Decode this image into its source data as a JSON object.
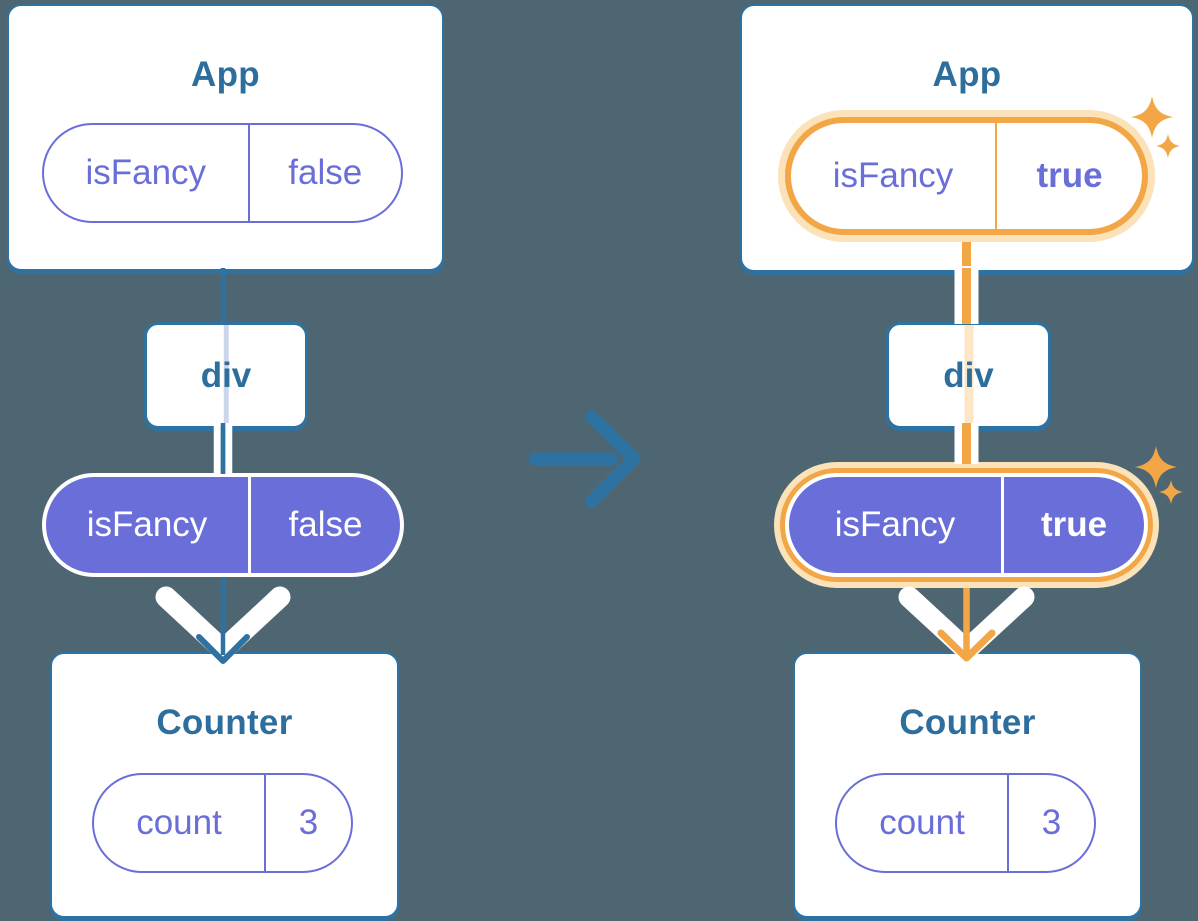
{
  "colors": {
    "background": "#4E6672",
    "card": "#FFFFFF",
    "blue": "#2E72A2",
    "heading": "#2E6E9C",
    "purple": "#6A6ED9",
    "orange": "#F2A646",
    "orange-light": "#FBE2B8",
    "orange-faint": "#FCE6C6",
    "blue-faint": "#CBD6EC",
    "white": "#FFFFFF"
  },
  "icons": {
    "transition": "right-arrow",
    "highlight": "sparkles"
  },
  "panels": [
    {
      "name": "before",
      "app": {
        "title": "App",
        "prop": {
          "name": "isFancy",
          "value": "false"
        }
      },
      "container": {
        "label": "div"
      },
      "passed_prop": {
        "name": "isFancy",
        "value": "false"
      },
      "counter": {
        "title": "Counter",
        "state": {
          "name": "count",
          "value": "3"
        }
      }
    },
    {
      "name": "after",
      "app": {
        "title": "App",
        "prop": {
          "name": "isFancy",
          "value": "true"
        }
      },
      "container": {
        "label": "div"
      },
      "passed_prop": {
        "name": "isFancy",
        "value": "true"
      },
      "counter": {
        "title": "Counter",
        "state": {
          "name": "count",
          "value": "3"
        }
      }
    }
  ]
}
